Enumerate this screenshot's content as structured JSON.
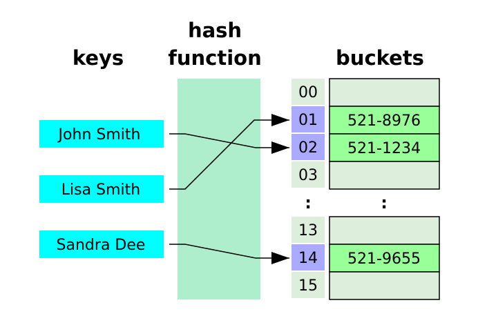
{
  "headers": {
    "keys": "keys",
    "hash_line1": "hash",
    "hash_line2": "function",
    "buckets": "buckets"
  },
  "keys": [
    {
      "label": "John Smith",
      "target": "02"
    },
    {
      "label": "Lisa Smith",
      "target": "01"
    },
    {
      "label": "Sandra Dee",
      "target": "14"
    }
  ],
  "bucket_groups": [
    {
      "buckets": [
        {
          "index": "00",
          "value": "",
          "filled": false
        },
        {
          "index": "01",
          "value": "521-8976",
          "filled": true
        },
        {
          "index": "02",
          "value": "521-1234",
          "filled": true
        },
        {
          "index": "03",
          "value": "",
          "filled": false
        }
      ]
    },
    {
      "buckets": [
        {
          "index": "13",
          "value": "",
          "filled": false
        },
        {
          "index": "14",
          "value": "521-9655",
          "filled": true
        },
        {
          "index": "15",
          "value": "",
          "filled": false
        }
      ]
    }
  ],
  "ellipsis": ":",
  "colors": {
    "key_fill": "#00ffff",
    "hash_fill": "#aeeecd",
    "index_empty": "#ddeedd",
    "index_filled": "#aaaaff",
    "bucket_empty": "#ddeedd",
    "bucket_filled": "#99ff99",
    "line": "#000000"
  }
}
